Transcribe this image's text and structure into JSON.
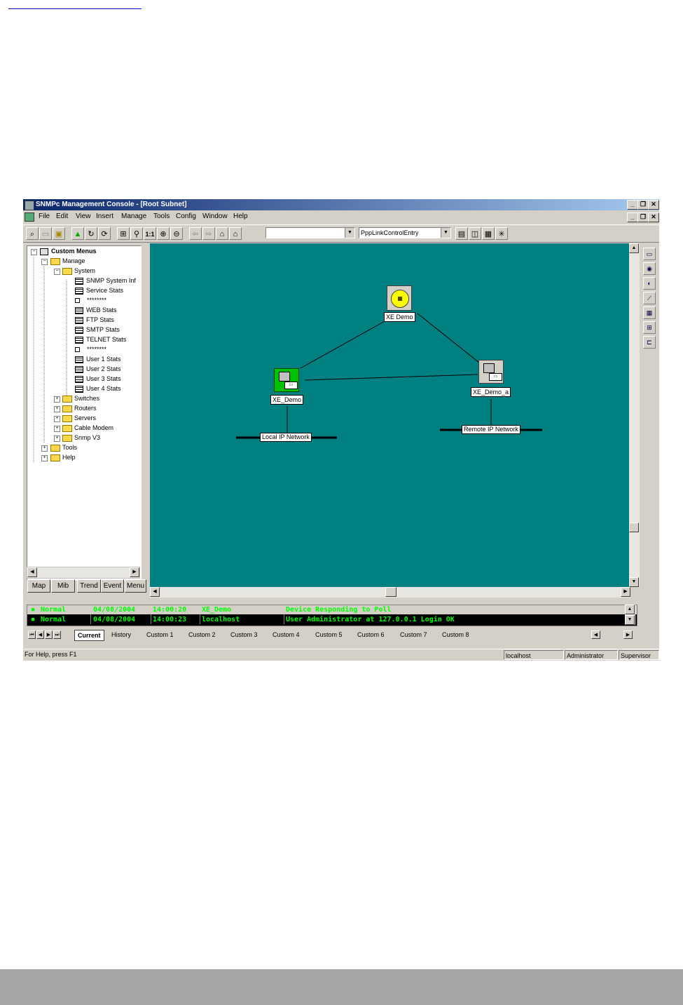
{
  "window": {
    "title": "SNMPc Management Console - [Root Subnet]"
  },
  "menus": [
    "File",
    "Edit",
    "View",
    "Insert",
    "Manage",
    "Tools",
    "Config",
    "Window",
    "Help"
  ],
  "toolbar": {
    "combo_left_value": "",
    "combo_right_value": "PppLinkControlEntry"
  },
  "tree": {
    "root": "Custom Menus",
    "items": [
      "Manage",
      "System",
      "SNMP System Inf",
      "Service Stats",
      "********",
      "WEB Stats",
      "FTP Stats",
      "SMTP Stats",
      "TELNET Stats",
      "********",
      "User 1 Stats",
      "User 2 Stats",
      "User 3 Stats",
      "User 4 Stats",
      "Switches",
      "Routers",
      "Servers",
      "Cable Modem",
      "Snmp V3",
      "Tools",
      "Help"
    ]
  },
  "left_tabs": [
    "Map",
    "Mib",
    "Trend",
    "Event",
    "Menu"
  ],
  "map": {
    "nodes": {
      "top": "XE Demo",
      "left": "XE_Demo",
      "right": "XE_Demo_a"
    },
    "networks": {
      "local": "Local IP Network",
      "remote": "Remote IP Network"
    }
  },
  "events": [
    {
      "status": "Normal",
      "date": "04/08/2004",
      "time": "14:00:20",
      "source": "XE_Demo",
      "message": "Device Responding to Poll"
    },
    {
      "status": "Normal",
      "date": "04/08/2004",
      "time": "14:00:23",
      "source": "localhost",
      "message": "User Administrator at 127.0.0.1 Login OK"
    }
  ],
  "event_tabs": [
    "Current",
    "History",
    "Custom 1",
    "Custom 2",
    "Custom 3",
    "Custom 4",
    "Custom 5",
    "Custom 6",
    "Custom 7",
    "Custom 8"
  ],
  "status": {
    "help": "For Help, press F1",
    "host": "localhost",
    "user": "Administrator",
    "role": "Supervisor"
  },
  "colors": {
    "map_bg": "#008080",
    "event_text": "#00ff00",
    "title_bar": "#0a246a"
  }
}
